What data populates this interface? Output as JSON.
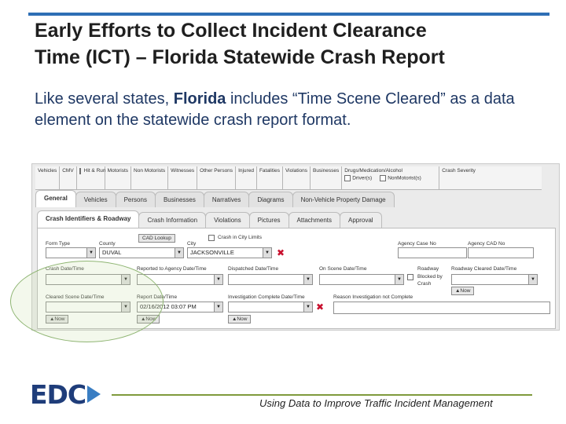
{
  "slide": {
    "title_line1": "Early Efforts to Collect Incident Clearance",
    "title_line2": "Time (ICT) – Florida Statewide Crash Report",
    "body_prefix": "Like several states, ",
    "body_bold": "Florida",
    "body_suffix": " includes “Time Scene Cleared” as a data element on the statewide crash report format.",
    "footer_text": "Using Data to Improve Traffic Incident Management",
    "logo_text": "EDC",
    "accent_color": "#2e6fb5",
    "footer_rule_color": "#7f9a3c",
    "logo_color": "#1f3d7a"
  },
  "screenshot": {
    "top_nav": [
      "Vehicles",
      "CMV",
      "Hit & Run",
      "Motorists",
      "Non Motorists",
      "Witnesses",
      "Other Persons",
      "Injured",
      "Fatalities",
      "Violations",
      "Businesses",
      "Drugs/Medication/Alcohol",
      "Crash Severity"
    ],
    "drugs_checks": [
      "Driver(s)",
      "NonMotorist(s)"
    ],
    "tabs": [
      "General",
      "Vehicles",
      "Persons",
      "Businesses",
      "Narratives",
      "Diagrams",
      "Non-Vehicle Property Damage"
    ],
    "subtabs": [
      "Crash Identifiers & Roadway",
      "Crash Information",
      "Violations",
      "Pictures",
      "Attachments",
      "Approval"
    ],
    "fields": {
      "form_type": {
        "label": "Form Type",
        "value": ""
      },
      "county": {
        "label": "County",
        "value": "DUVAL"
      },
      "city": {
        "label": "City",
        "value": "JACKSONVILLE"
      },
      "cad_lookup": "CAD Lookup",
      "crash_in_city_limits": "Crash in City Limits",
      "agency_case_no": {
        "label": "Agency Case No",
        "value": ""
      },
      "agency_cad_no": {
        "label": "Agency CAD No",
        "value": ""
      },
      "crash_datetime": {
        "label": "Crash Date/Time",
        "value": ""
      },
      "reported_datetime": {
        "label": "Reported to Agency Date/Time",
        "value": ""
      },
      "dispatched_datetime": {
        "label": "Dispatched Date/Time",
        "value": ""
      },
      "on_scene_datetime": {
        "label": "On Scene Date/Time",
        "value": ""
      },
      "roadway_blocked": {
        "label_line1": "Roadway",
        "label_line2": "Blocked by",
        "label_line3": "Crash"
      },
      "roadway_cleared": {
        "label": "Roadway Cleared Date/Time",
        "value": ""
      },
      "cleared_scene_datetime": {
        "label": "Cleared Scene Date/Time",
        "value": ""
      },
      "report_datetime": {
        "label": "Report Date/Time",
        "value": "02/16/2012 03:07 PM"
      },
      "investigation_complete": {
        "label": "Investigation Complete Date/Time",
        "value": ""
      },
      "reason_not_complete": {
        "label": "Reason Investigation not Complete",
        "value": ""
      },
      "now_label": "▲Now"
    }
  }
}
